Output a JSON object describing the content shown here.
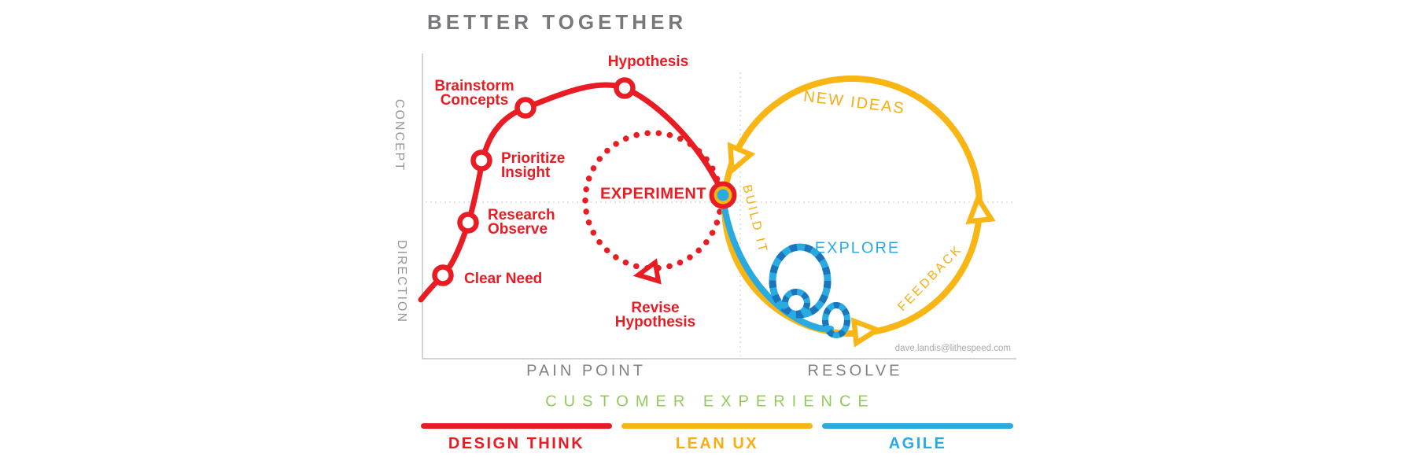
{
  "title": "BETTER TOGETHER",
  "credit": "dave.landis@lithespeed.com",
  "colors": {
    "design_think_red": "#e91c23",
    "lean_ux_yellow": "#f9b513",
    "agile_blue": "#29abe2",
    "agile_blue_dark": "#1b75bc",
    "customer_green": "#94c95c",
    "title_gray": "#77787b"
  },
  "axis": {
    "y_top": "CONCEPT",
    "y_bottom": "DIRECTION",
    "x_left": "PAIN POINT",
    "x_right": "RESOLVE",
    "x_title": "CUSTOMER EXPERIENCE"
  },
  "design_think": {
    "steps": {
      "clear_need": {
        "lines": [
          "Clear Need"
        ]
      },
      "research": {
        "lines": [
          "Research",
          "Observe"
        ]
      },
      "prioritize": {
        "lines": [
          "Prioritize",
          "Insight"
        ]
      },
      "brainstorm": {
        "lines": [
          "Brainstorm",
          "Concepts"
        ]
      },
      "hypothesis": {
        "lines": [
          "Hypothesis"
        ]
      }
    },
    "experiment": "EXPERIMENT",
    "revise": {
      "lines": [
        "Revise",
        "Hypothesis"
      ]
    }
  },
  "lean_ux": {
    "new_ideas": "NEW IDEAS",
    "build_it": "BUILD IT",
    "feedback": "FEEDBACK"
  },
  "agile": {
    "explore": "EXPLORE"
  },
  "legend": [
    {
      "label": "DESIGN THINK"
    },
    {
      "label": "LEAN UX"
    },
    {
      "label": "AGILE"
    }
  ]
}
